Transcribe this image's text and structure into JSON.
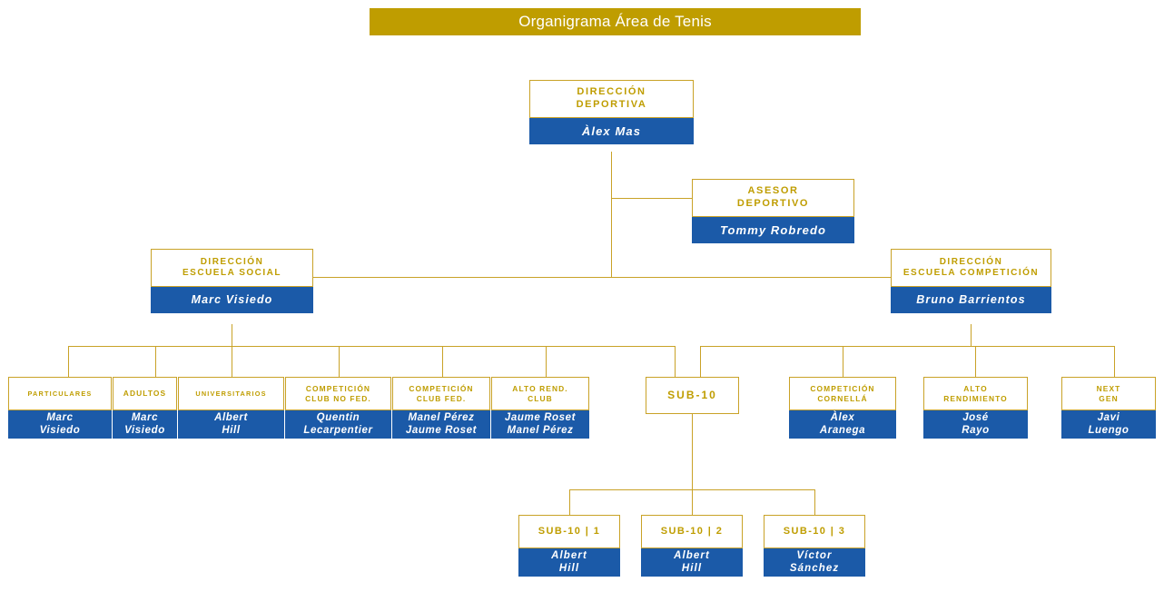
{
  "title": "Organigrama Área de Tenis",
  "colors": {
    "gold": "#bf9d00",
    "gold_border": "#c9a227",
    "blue": "#1b5aa8",
    "white": "#ffffff"
  },
  "nodes": {
    "direccion_deportiva": {
      "role": "DIRECCIÓN\nDEPORTIVA",
      "person": "Àlex Mas"
    },
    "asesor_deportivo": {
      "role": "ASESOR\nDEPORTIVO",
      "person": "Tommy Robredo"
    },
    "direccion_social": {
      "role": "DIRECCIÓN\nESCUELA SOCIAL",
      "person": "Marc Visiedo"
    },
    "direccion_competicion": {
      "role": "DIRECCIÓN\nESCUELA COMPETICIÓN",
      "person": "Bruno Barrientos"
    },
    "particulares": {
      "role": "PARTICULARES",
      "person": "Marc\nVisiedo"
    },
    "adultos": {
      "role": "ADULTOS",
      "person": "Marc\nVisiedo"
    },
    "universitarios": {
      "role": "UNIVERSITARIOS",
      "person": "Albert\nHill"
    },
    "comp_club_no_fed": {
      "role": "COMPETICIÓN\nCLUB NO FED.",
      "person": "Quentin\nLecarpentier"
    },
    "comp_club_fed": {
      "role": "COMPETICIÓN\nCLUB FED.",
      "person": "Manel Pérez\nJaume Roset"
    },
    "alto_rend_club": {
      "role": "ALTO REND.\nCLUB",
      "person": "Jaume Roset\nManel Pérez"
    },
    "sub10": {
      "role": "SUB-10",
      "person": ""
    },
    "comp_cornella": {
      "role": "COMPETICIÓN\nCORNELLÁ",
      "person": "Àlex\nAranega"
    },
    "alto_rendimiento": {
      "role": "ALTO\nRENDIMIENTO",
      "person": "José\nRayo"
    },
    "next_gen": {
      "role": "NEXT\nGEN",
      "person": "Javi\nLuengo"
    },
    "sub10_1": {
      "role": "SUB-10 | 1",
      "person": "Albert\nHill"
    },
    "sub10_2": {
      "role": "SUB-10 | 2",
      "person": "Albert\nHill"
    },
    "sub10_3": {
      "role": "SUB-10 | 3",
      "person": "Víctor\nSánchez"
    }
  }
}
